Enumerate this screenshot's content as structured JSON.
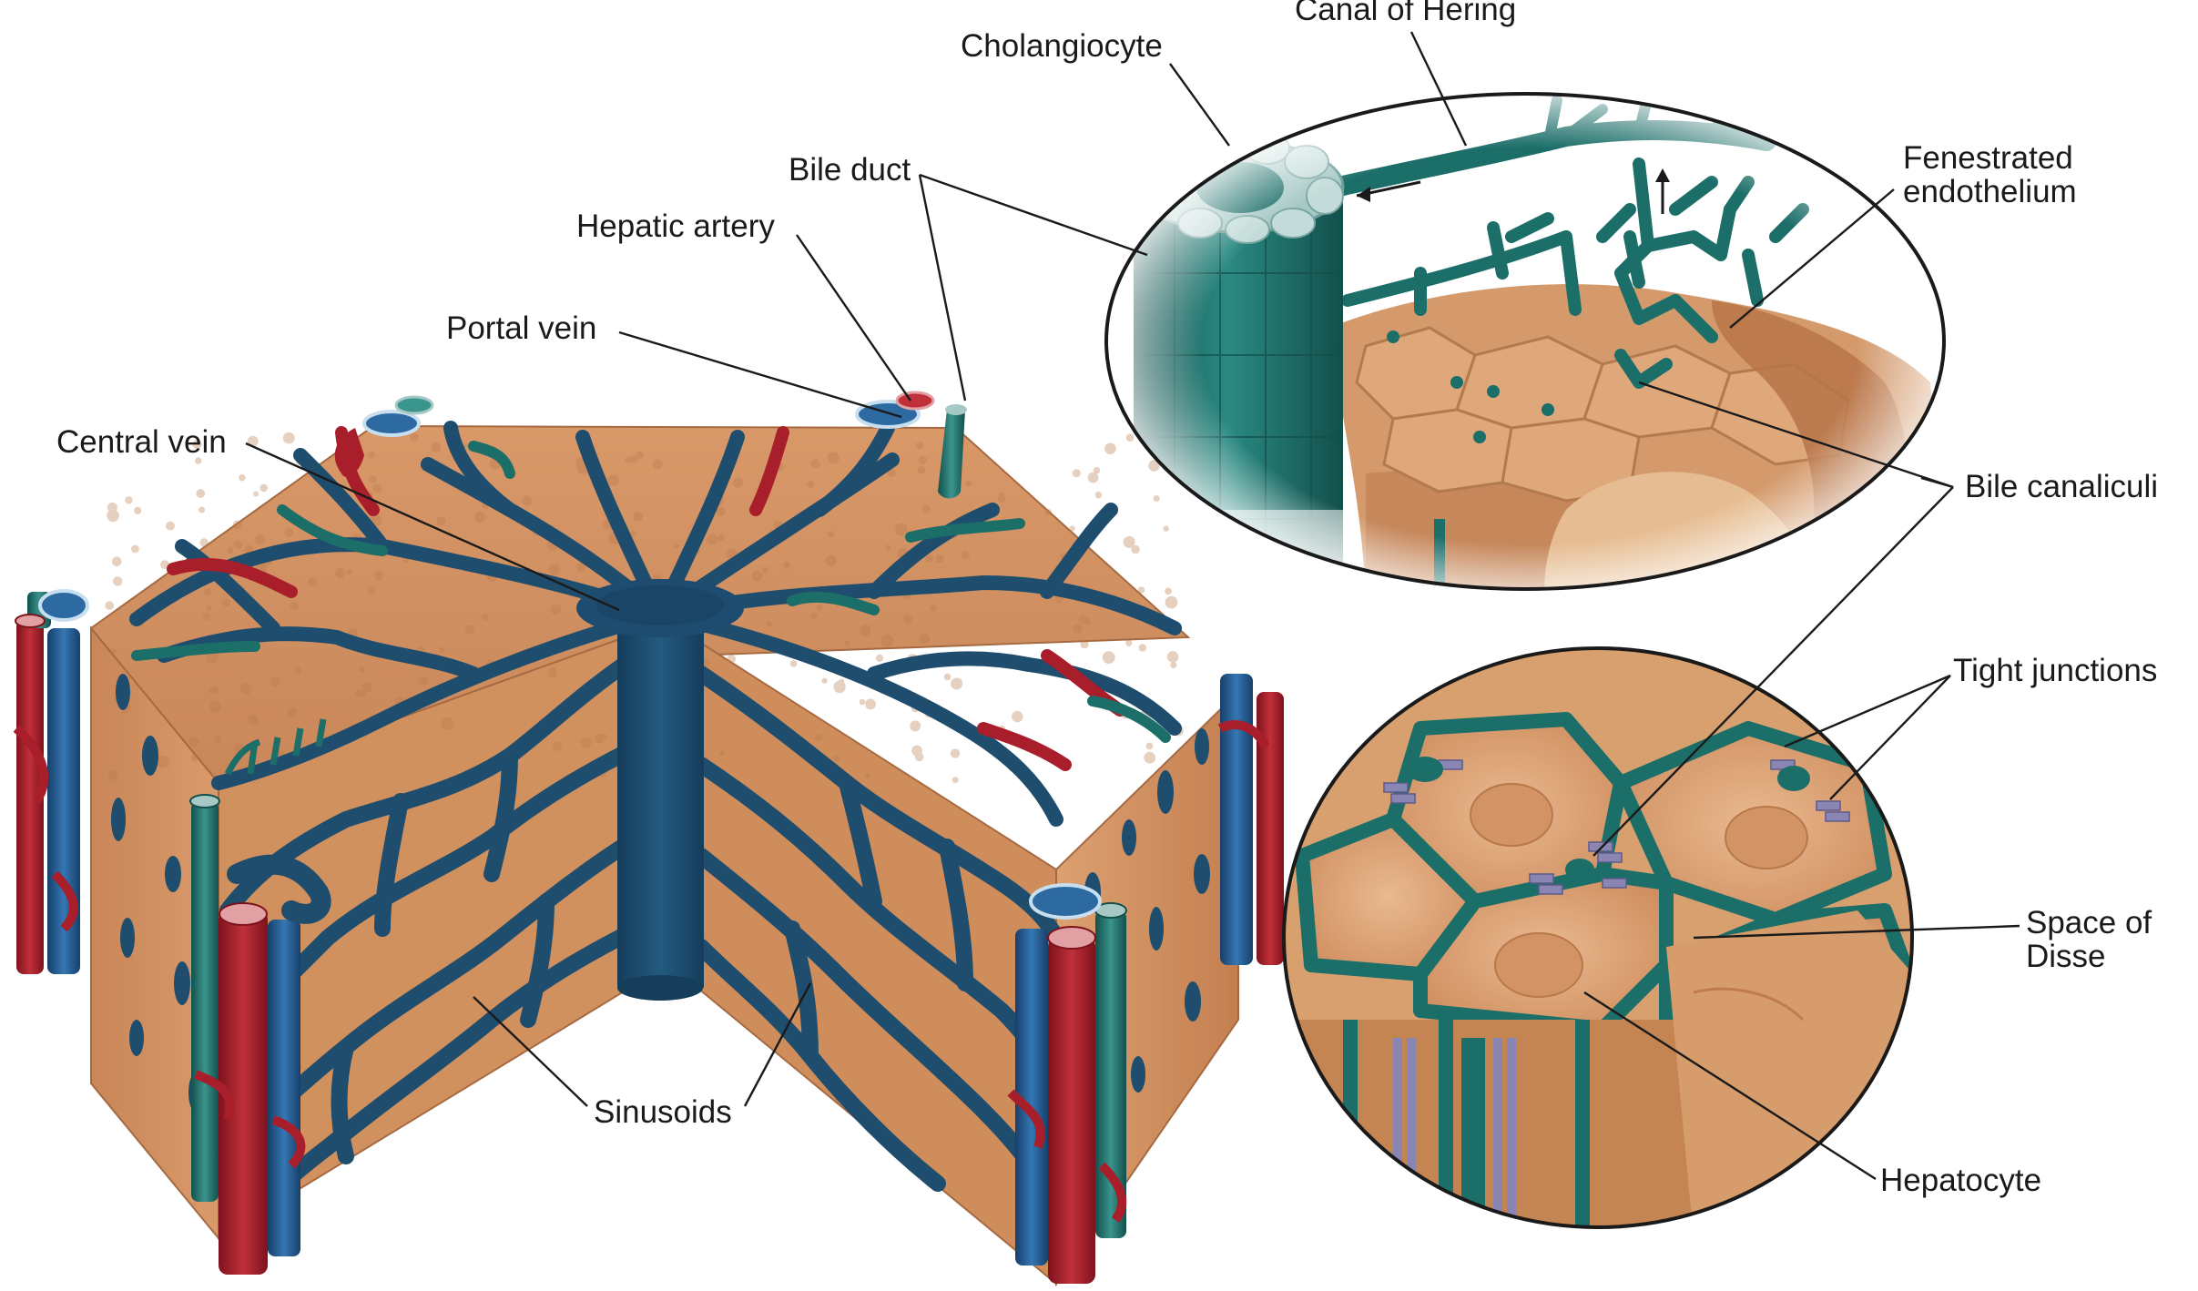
{
  "labels": {
    "canal_of_hering": "Canal of Hering",
    "cholangiocyte": "Cholangiocyte",
    "bile_duct": "Bile duct",
    "hepatic_artery": "Hepatic artery",
    "portal_vein": "Portal vein",
    "central_vein": "Central vein",
    "sinusoids": "Sinusoids",
    "fenestrated_endothelium_line1": "Fenestrated",
    "fenestrated_endothelium_line2": "endothelium",
    "bile_canaliculi": "Bile canaliculi",
    "tight_junctions": "Tight junctions",
    "space_of_disse_line1": "Space of",
    "space_of_disse_line2": "Disse",
    "hepatocyte": "Hepatocyte"
  },
  "colors": {
    "parenchyma": "#d9996a",
    "parenchyma_dark": "#b8764a",
    "parenchyma_light": "#e8b890",
    "sinusoid_blue": "#1f4d6e",
    "portal_vein_blue": "#245f96",
    "hepatic_artery_red": "#a81e2a",
    "bile_teal": "#1c6e69",
    "cholangiocyte_pale": "#a7c9c6",
    "tight_junction_violet": "#8a86b4"
  }
}
